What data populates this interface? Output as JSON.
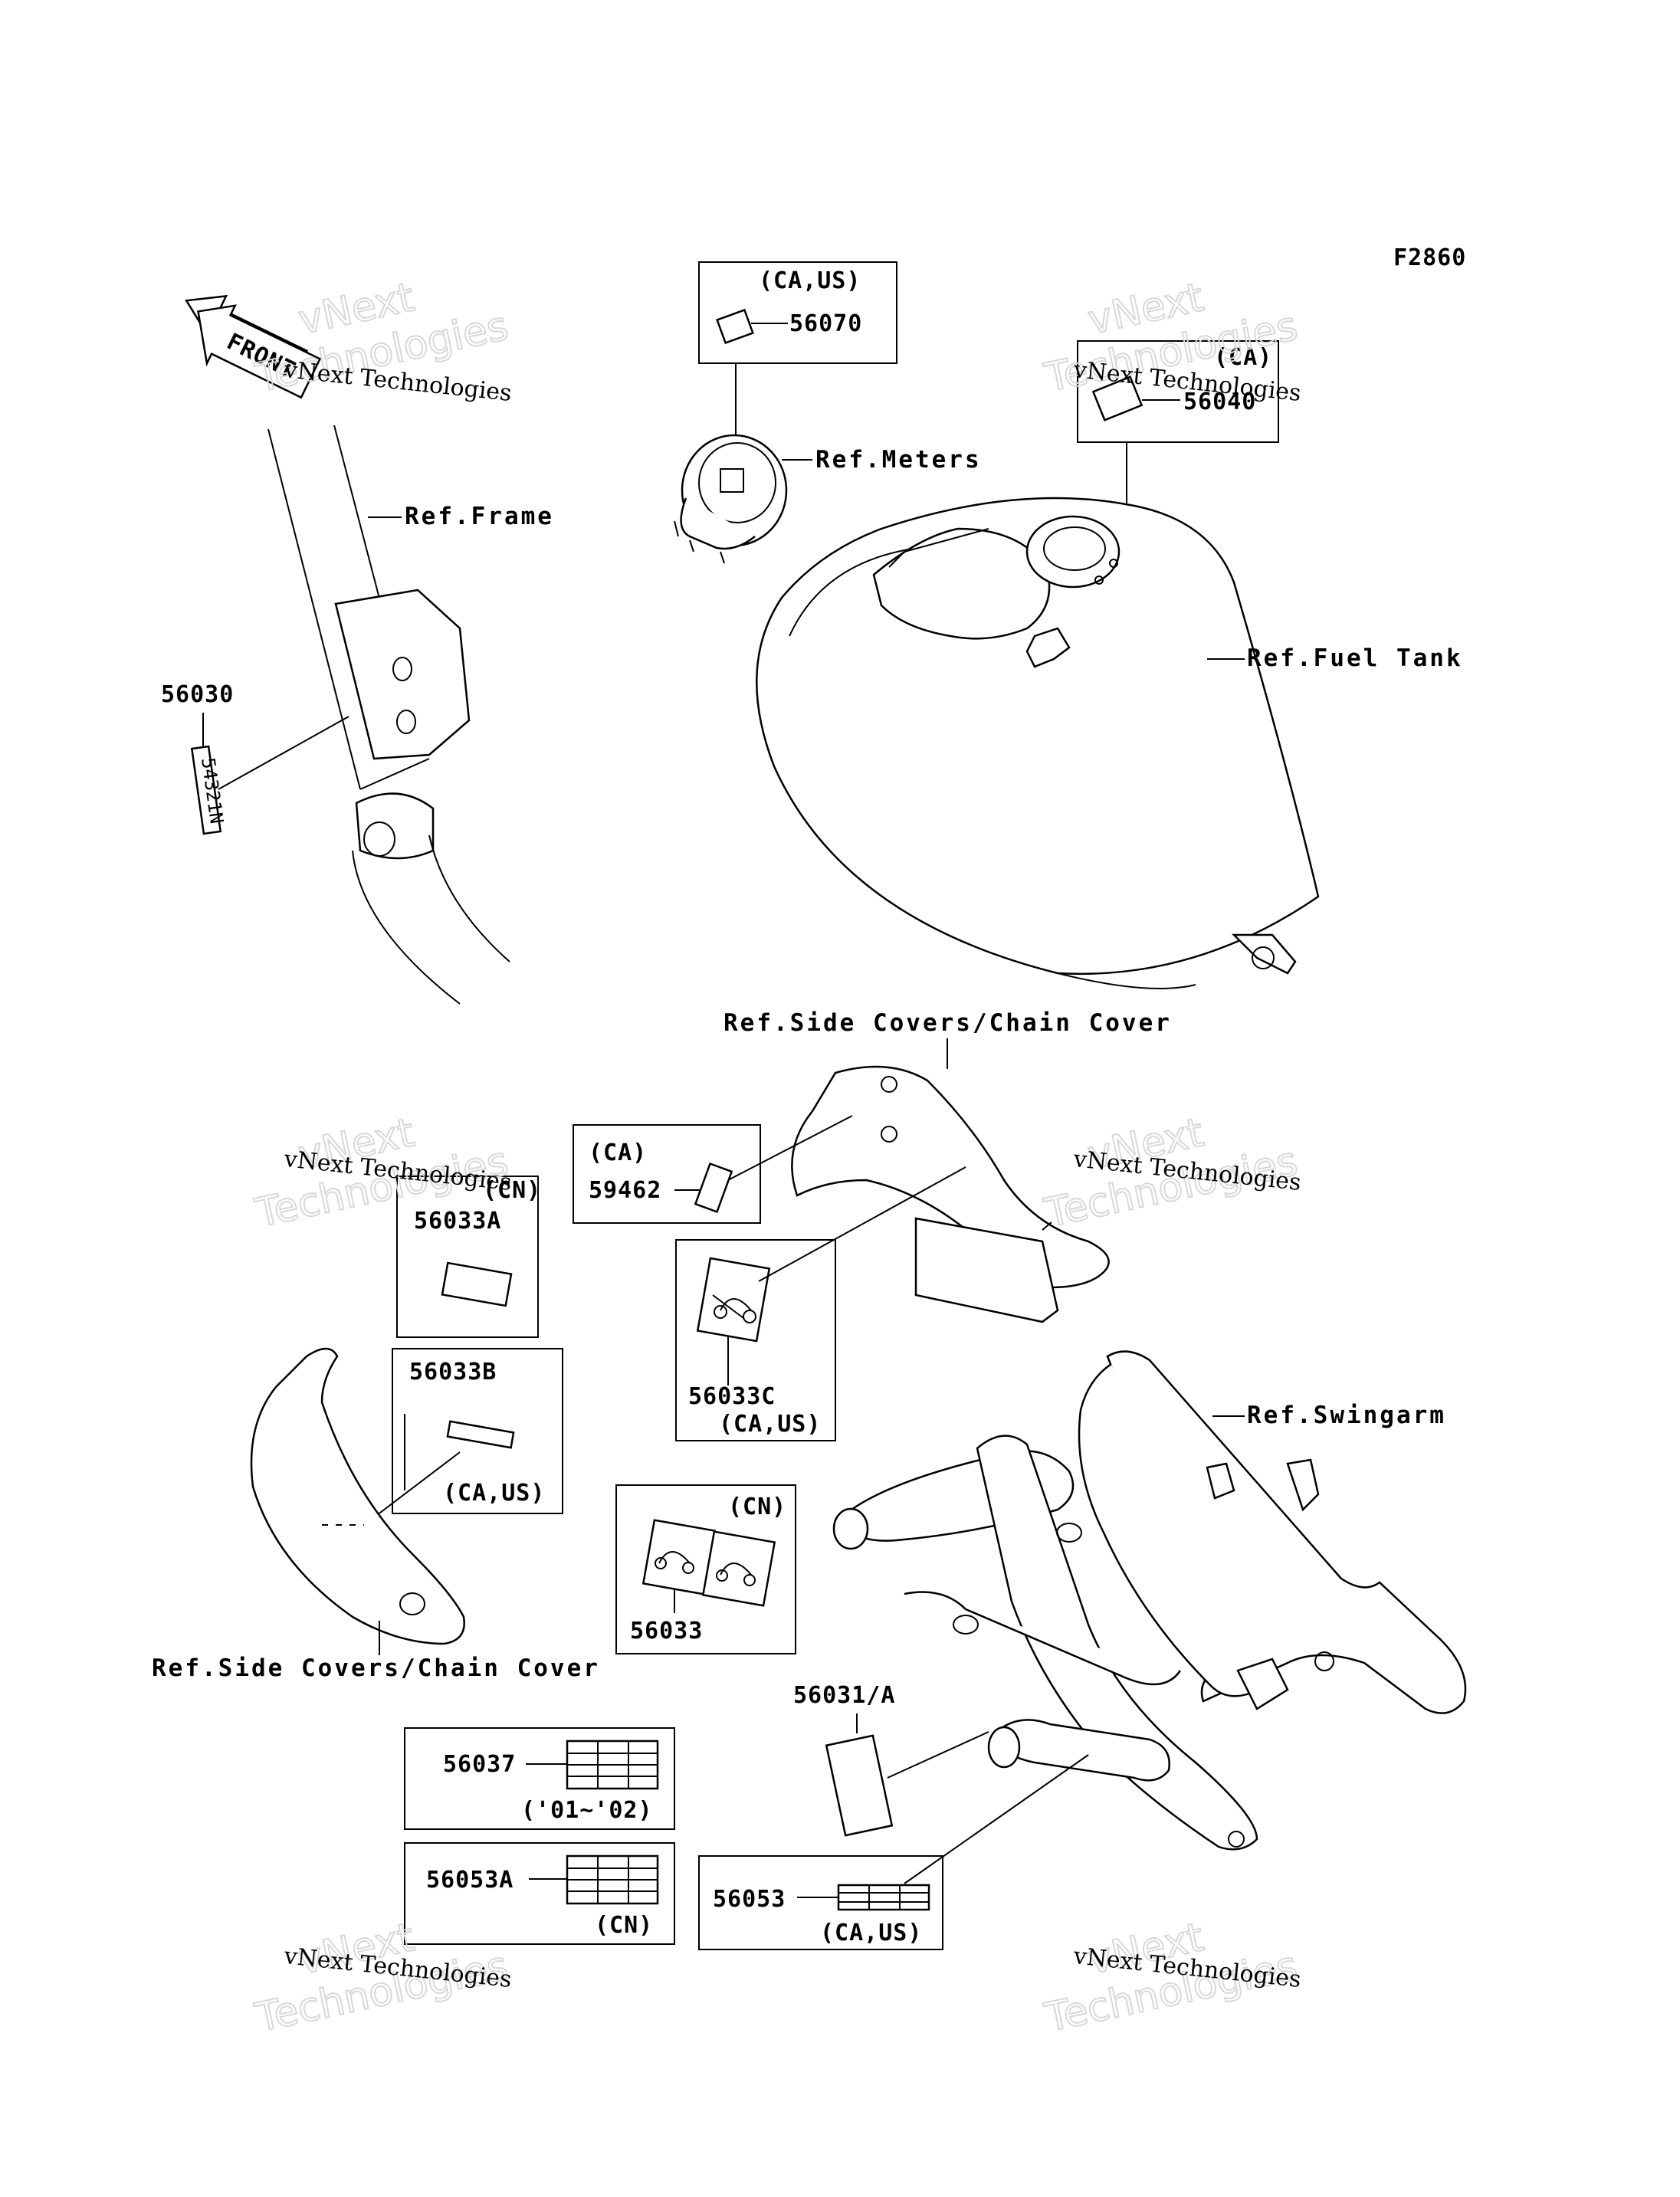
{
  "figure_id": "F2860",
  "front_label": "FRONT",
  "watermark": {
    "line1": "vNext",
    "line2": "Technologies",
    "small": "vNext Technologies"
  },
  "refs": {
    "frame": "Ref.Frame",
    "meters": "Ref.Meters",
    "fuel_tank": "Ref.Fuel Tank",
    "side_covers_top": "Ref.Side Covers/Chain Cover",
    "side_covers_bottom": "Ref.Side Covers/Chain Cover",
    "swingarm": "Ref.Swingarm"
  },
  "parts": {
    "p56070": {
      "code": "56070",
      "region": "(CA,US)"
    },
    "p56040": {
      "code": "56040",
      "region": "(CA)"
    },
    "p56030": {
      "code": "56030",
      "digits": "54321N"
    },
    "p59462": {
      "code": "59462",
      "region": "(CA)"
    },
    "p56033A": {
      "code": "56033A",
      "region": "(CN)"
    },
    "p56033B": {
      "code": "56033B",
      "region": "(CA,US)"
    },
    "p56033C": {
      "code": "56033C",
      "region": "(CA,US)"
    },
    "p56033": {
      "code": "56033",
      "region": "(CN)"
    },
    "p56031": {
      "code": "56031/A"
    },
    "p56037": {
      "code": "56037",
      "region": "('01~'02)"
    },
    "p56053A": {
      "code": "56053A",
      "region": "(CN)"
    },
    "p56053": {
      "code": "56053",
      "region": "(CA,US)"
    }
  }
}
